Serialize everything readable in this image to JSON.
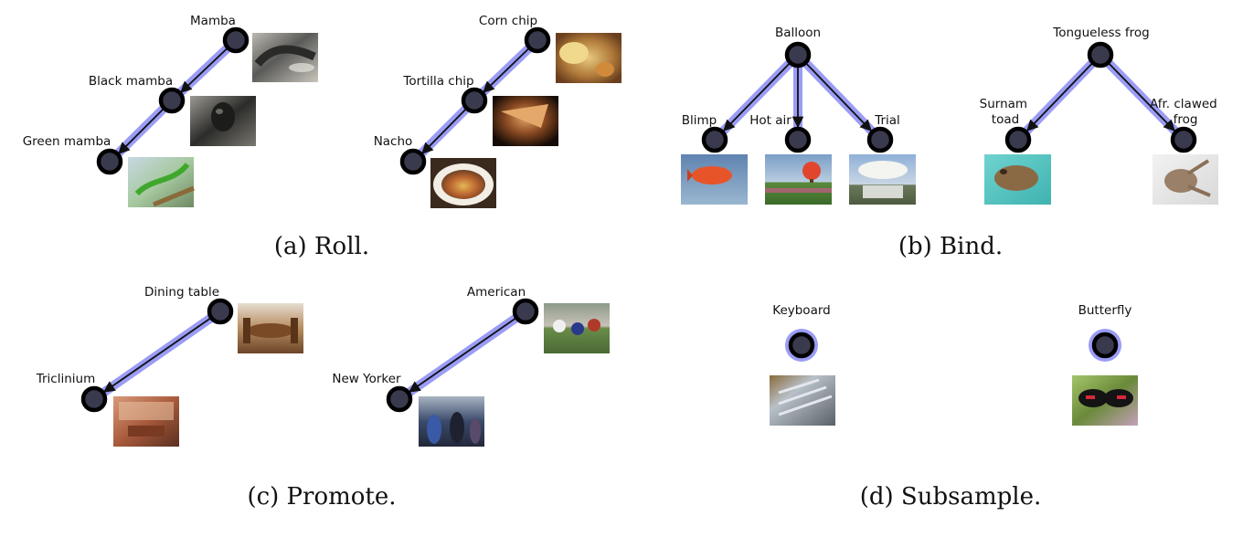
{
  "colors": {
    "edge_halo": "#9a9cf5",
    "edge_line": "#111111",
    "node_fill": "#3a3a4e",
    "node_ring": "#000000",
    "node_halo": "#9a9cf5"
  },
  "panels": [
    {
      "id": "a",
      "caption": "(a) Roll.",
      "trees": [
        {
          "nodes": [
            {
              "label": "Mamba",
              "image": "black snake"
            },
            {
              "label": "Black mamba",
              "image": "dark snake head"
            },
            {
              "label": "Green mamba",
              "image": "green snake on branch"
            }
          ],
          "edges": [
            [
              0,
              1
            ],
            [
              1,
              2
            ]
          ]
        },
        {
          "nodes": [
            {
              "label": "Corn chip",
              "image": "bowl of corn chips"
            },
            {
              "label": "Tortilla chip",
              "image": "tortilla chip on dark plate"
            },
            {
              "label": "Nacho",
              "image": "plate of nachos"
            }
          ],
          "edges": [
            [
              0,
              1
            ],
            [
              1,
              2
            ]
          ]
        }
      ]
    },
    {
      "id": "b",
      "caption": "(b) Bind.",
      "trees": [
        {
          "nodes": [
            {
              "label": "Balloon",
              "image": ""
            },
            {
              "label": "Blimp",
              "image": "red blimp in blue sky"
            },
            {
              "label": "Hot air",
              "image": "hot air balloons over field"
            },
            {
              "label": "Trial",
              "image": "white trial balloon on truck"
            }
          ],
          "edges": [
            [
              0,
              1
            ],
            [
              0,
              2
            ],
            [
              0,
              3
            ]
          ]
        },
        {
          "nodes": [
            {
              "label": "Tongueless frog",
              "image": ""
            },
            {
              "label": "Surnam toad",
              "image": "brown toad on teal background"
            },
            {
              "label": "Afr. clawed frog",
              "image": "clawed frog on white background"
            }
          ],
          "edges": [
            [
              0,
              1
            ],
            [
              0,
              2
            ]
          ]
        }
      ]
    },
    {
      "id": "c",
      "caption": "(c) Promote.",
      "trees": [
        {
          "nodes": [
            {
              "label": "Dining table",
              "image": "wooden dining table and chairs"
            },
            {
              "label": "Triclinium",
              "image": "roman dining room"
            }
          ],
          "edges": [
            [
              0,
              1
            ]
          ]
        },
        {
          "nodes": [
            {
              "label": "American",
              "image": "american football players"
            },
            {
              "label": "New Yorker",
              "image": "people on new york street"
            }
          ],
          "edges": [
            [
              0,
              1
            ]
          ]
        }
      ]
    },
    {
      "id": "d",
      "caption": "(d) Subsample.",
      "trees": [
        {
          "nodes": [
            {
              "label": "Keyboard",
              "image": "computer keyboard keys"
            }
          ],
          "edges": []
        },
        {
          "nodes": [
            {
              "label": "Butterfly",
              "image": "black and red butterfly on leaves"
            }
          ],
          "edges": []
        }
      ]
    }
  ]
}
